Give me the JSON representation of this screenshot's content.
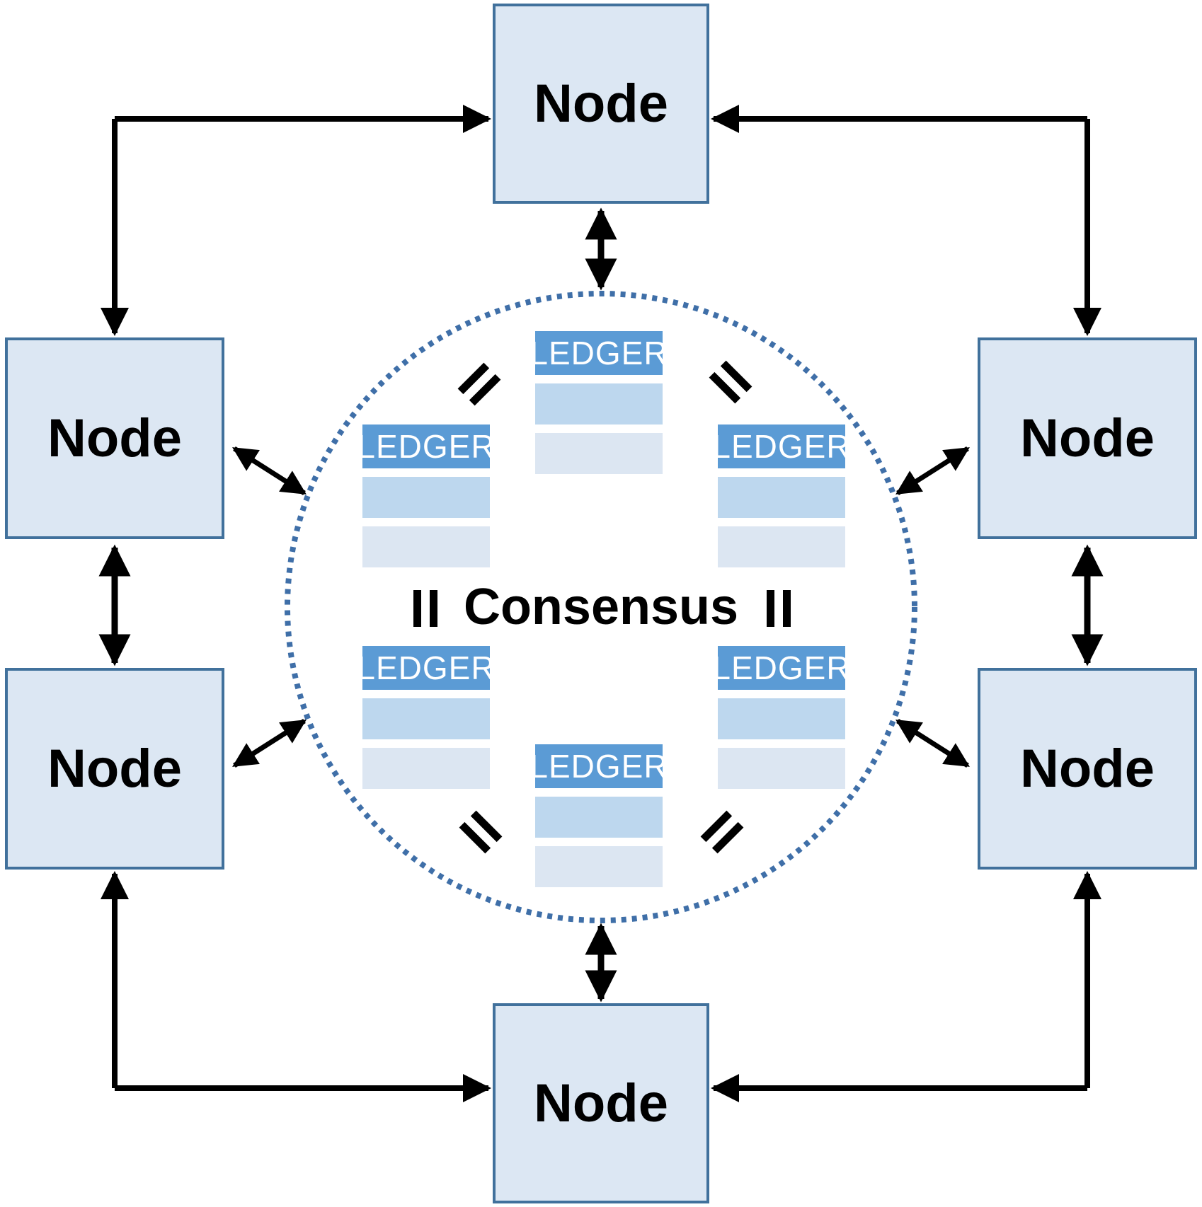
{
  "diagram": {
    "center_label": "Consensus",
    "nodes": [
      {
        "id": "top",
        "label": "Node"
      },
      {
        "id": "left-upper",
        "label": "Node"
      },
      {
        "id": "right-upper",
        "label": "Node"
      },
      {
        "id": "left-lower",
        "label": "Node"
      },
      {
        "id": "right-lower",
        "label": "Node"
      },
      {
        "id": "bottom",
        "label": "Node"
      }
    ],
    "ledgers": [
      {
        "id": "top-center",
        "label": "LEDGER"
      },
      {
        "id": "mid-left",
        "label": "LEDGER"
      },
      {
        "id": "mid-right",
        "label": "LEDGER"
      },
      {
        "id": "bottom-left",
        "label": "LEDGER"
      },
      {
        "id": "bottom-right",
        "label": "LEDGER"
      },
      {
        "id": "bottom-center",
        "label": "LEDGER"
      }
    ],
    "equals_marks": 6,
    "colors": {
      "node_fill": "#dce7f3",
      "node_border": "#41719c",
      "ledger_header": "#5b9bd5",
      "ledger_row1": "#bdd7ee",
      "ledger_row2": "#dce6f2",
      "circle_dots": "#3f6fa8",
      "arrow": "#000000",
      "text": "#000000",
      "ledger_text": "#ffffff"
    }
  }
}
